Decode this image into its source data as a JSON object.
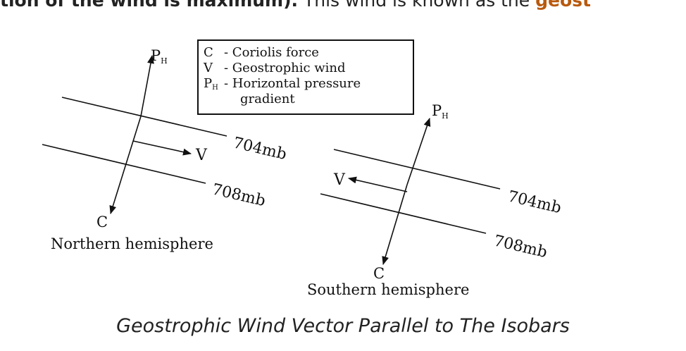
{
  "header_text": {
    "bold_part": "tion of the wind is maximum).",
    "normal_part": " This wind is known as the ",
    "highlight_part": "geost",
    "highlight_color": "#b8590e"
  },
  "legend": {
    "line1_key": "C",
    "line1_text": "- Coriolis force",
    "line2_key": "V",
    "line2_text": "- Geostrophic wind",
    "line3_key": "P",
    "line3_sub": "H",
    "line3_text": "- Horizontal pressure",
    "line4_text": "gradient"
  },
  "northern": {
    "p_label": "P",
    "p_sub": "H",
    "v_label": "V",
    "c_label": "C",
    "isobar_upper": "704mb",
    "isobar_lower": "708mb",
    "title": "Northern hemisphere"
  },
  "southern": {
    "p_label": "P",
    "p_sub": "H",
    "v_label": "V",
    "c_label": "C",
    "isobar_upper": "704mb",
    "isobar_lower": "708mb",
    "title": "Southern hemisphere"
  },
  "caption": "Geostrophic Wind Vector Parallel to The Isobars"
}
